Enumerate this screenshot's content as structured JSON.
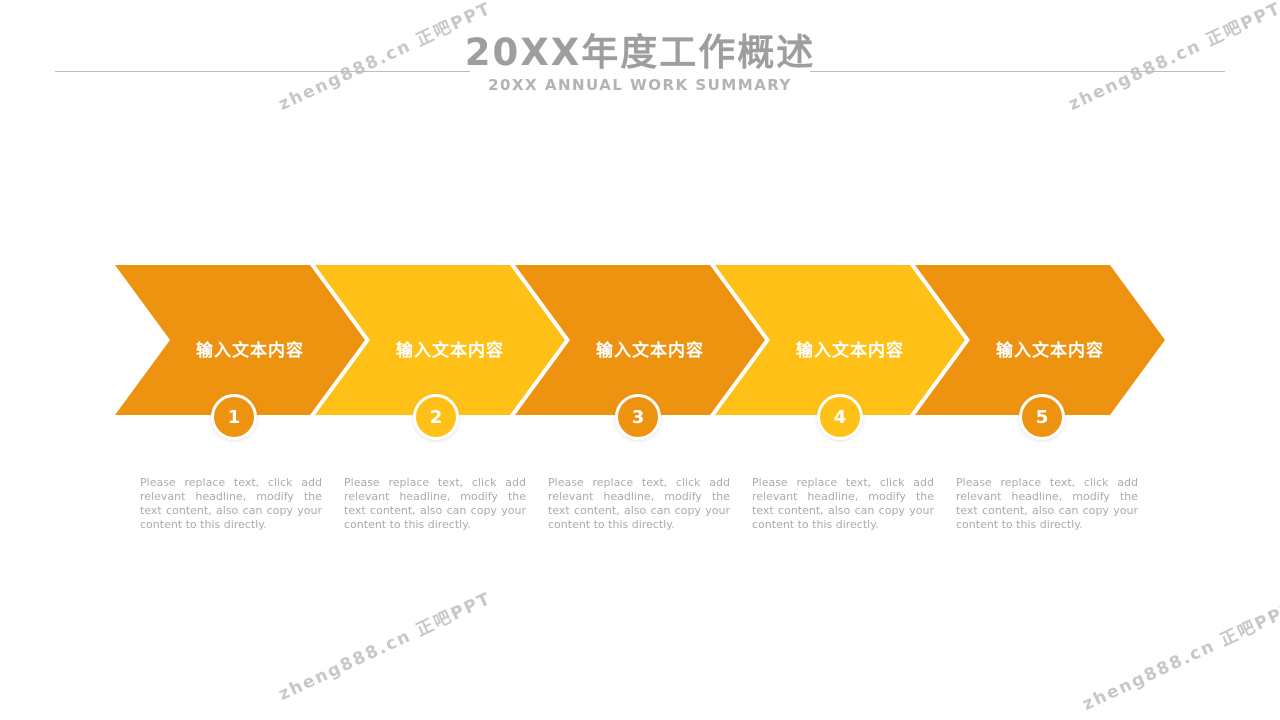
{
  "watermark": {
    "text": "zheng888.cn 正吧PPT"
  },
  "header": {
    "title": "20XX年度工作概述",
    "subtitle": "20XX ANNUAL WORK SUMMARY"
  },
  "colors": {
    "orange": "#ED9310",
    "yellow": "#FFC117"
  },
  "steps": [
    {
      "number": "1",
      "label": "输入文本内容",
      "color": "#ED9310",
      "description": "Please replace text, click add relevant headline, modify the text content, also can copy your content to this directly."
    },
    {
      "number": "2",
      "label": "输入文本内容",
      "color": "#FFC117",
      "description": "Please replace text, click add relevant headline, modify the text content, also can copy your content to this directly."
    },
    {
      "number": "3",
      "label": "输入文本内容",
      "color": "#ED9310",
      "description": "Please replace text, click add relevant headline, modify the text content, also can copy your content to this directly."
    },
    {
      "number": "4",
      "label": "输入文本内容",
      "color": "#FFC117",
      "description": "Please replace text, click add relevant headline, modify the text content, also can copy your content to this directly."
    },
    {
      "number": "5",
      "label": "输入文本内容",
      "color": "#ED9310",
      "description": "Please replace text, click add relevant headline, modify the text content, also can copy your content to this directly."
    }
  ]
}
